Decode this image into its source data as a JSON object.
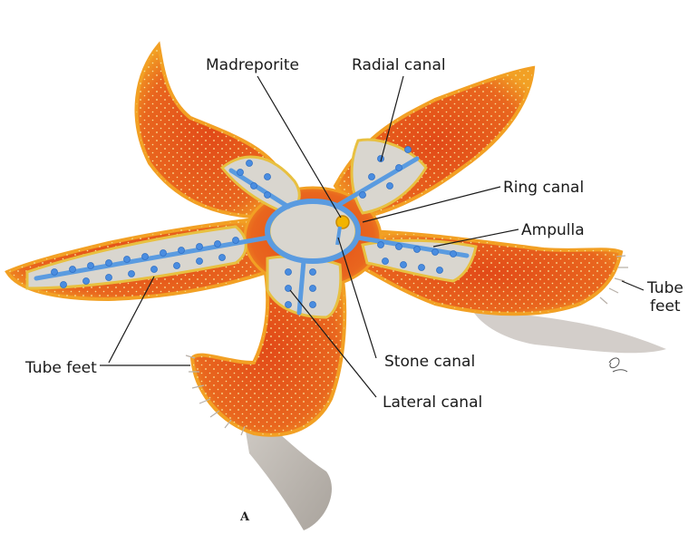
{
  "labels": {
    "madreporite": "Madreporite",
    "radial_canal": "Radial canal",
    "ring_canal": "Ring canal",
    "ampulla": "Ampulla",
    "tube_feet_right_line1": "Tube",
    "tube_feet_right_line2": "feet",
    "tube_feet_left": "Tube feet",
    "stone_canal": "Stone canal",
    "lateral_canal": "Lateral canal"
  },
  "figure_letter": "A",
  "colors": {
    "skin": "#e8501c",
    "skin_edge": "#f2a024",
    "cavity": "#d9d6cf",
    "canal": "#5a9be0",
    "madreporite": "#f2b400",
    "shadow": "#b9b2aa"
  }
}
